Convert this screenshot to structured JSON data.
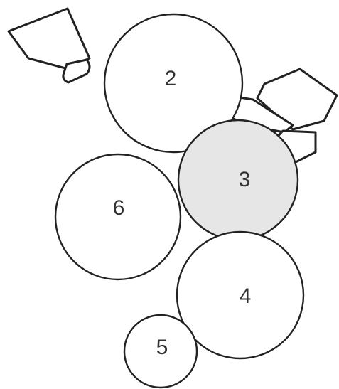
{
  "circles": [
    {
      "label": "2",
      "shaded": false
    },
    {
      "label": "3",
      "shaded": true
    },
    {
      "label": "6",
      "shaded": false
    },
    {
      "label": "4",
      "shaded": false
    },
    {
      "label": "5",
      "shaded": false
    }
  ],
  "colors": {
    "outline": "#222222",
    "circle_fill": "#ffffff",
    "shaded_fill": "#e6e6e6",
    "label": "#333333"
  }
}
